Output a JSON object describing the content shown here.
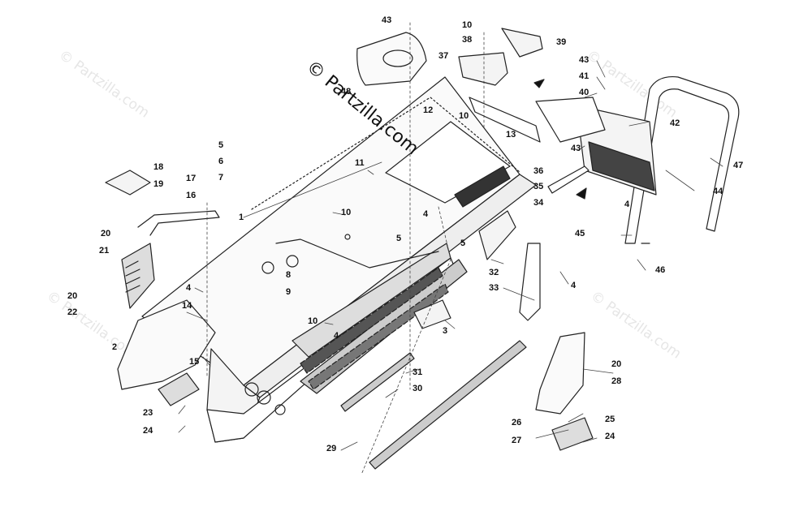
{
  "watermark": "© Partzilla.com",
  "overlay_watermark": "© Partzilla.com",
  "callouts": [
    "1",
    "2",
    "3",
    "4",
    "5",
    "6",
    "7",
    "8",
    "9",
    "10",
    "11",
    "12",
    "13",
    "14",
    "15",
    "16",
    "17",
    "18",
    "19",
    "20",
    "21",
    "22",
    "23",
    "24",
    "25",
    "26",
    "27",
    "28",
    "29",
    "30",
    "31",
    "32",
    "33",
    "34",
    "35",
    "36",
    "37",
    "38",
    "39",
    "40",
    "41",
    "42",
    "43",
    "44",
    "45",
    "46",
    "47",
    "48"
  ]
}
